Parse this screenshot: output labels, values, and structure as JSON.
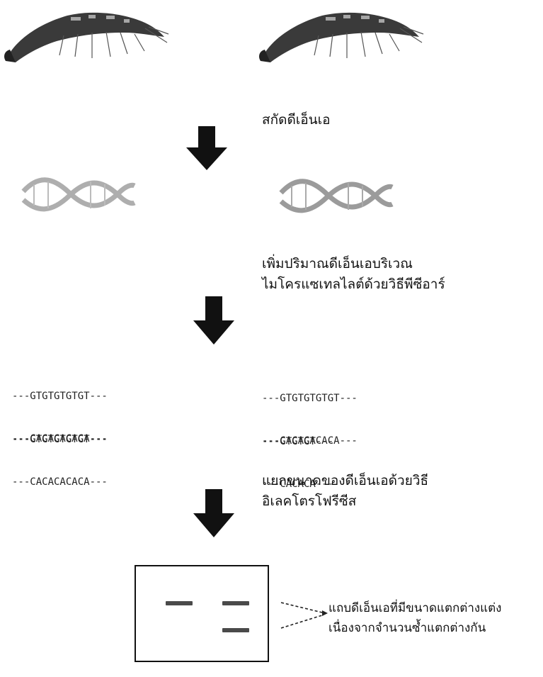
{
  "steps": [
    {
      "label_lines": [
        "สกัดดีเอ็นเอ"
      ]
    },
    {
      "label_lines": [
        "เพิ่มปริมาณดีเอ็นเอบริเวณ",
        "ไมโครแซเทลไลต์ด้วยวิธีพีซีอาร์"
      ]
    },
    {
      "label_lines": [
        "แยกขนาดของดีเอ็นเอด้วยวิธี",
        "อิเลคโตรโฟรีซีส"
      ]
    }
  ],
  "sequences": {
    "left": [
      "---GTGTGTGTGT---",
      "---CACACACACA---",
      "---GTGTGTGTGT---",
      "---CACACACACA---"
    ],
    "right": [
      "---GTGTGTGTGT---",
      "---CACACACACA---",
      "---GTGTGT---",
      "---CACACA---"
    ]
  },
  "gel_annotation": {
    "line1": "แถบดีเอ็นเอที่มีขนาดแตกต่างแต่ง",
    "line2": "เนื่องจากจำนวนซ้ำแตกต่างกัน"
  },
  "colors": {
    "arrow": "#111111",
    "shrimp_body": "#3a3a3a",
    "band": "#4a4a4a"
  },
  "icons": [
    "shrimp-icon",
    "dna-helix-icon",
    "down-arrow-icon"
  ]
}
